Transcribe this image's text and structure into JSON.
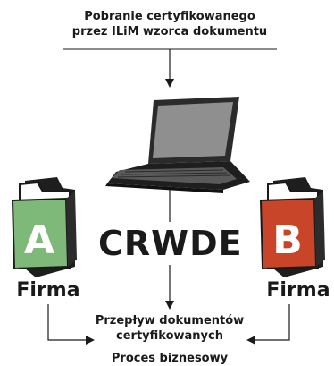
{
  "diagram": {
    "top_caption_line1": "Pobranie certyfikowanego",
    "top_caption_line2": "przez ILiM wzorca dokumentu",
    "center_label": "CRWDE",
    "company_a": {
      "letter": "A",
      "label": "Firma"
    },
    "company_b": {
      "letter": "B",
      "label": "Firma"
    },
    "flow_caption_line1": "Przepływ dokumentów",
    "flow_caption_line2": "certyfikowanych",
    "process_caption": "Proces biznesowy",
    "colors": {
      "folder_a": "#7fb97a",
      "folder_b": "#c9452a",
      "line": "#1a1a1a"
    },
    "icons": [
      "laptop-icon",
      "folder-a-icon",
      "folder-b-icon"
    ]
  }
}
